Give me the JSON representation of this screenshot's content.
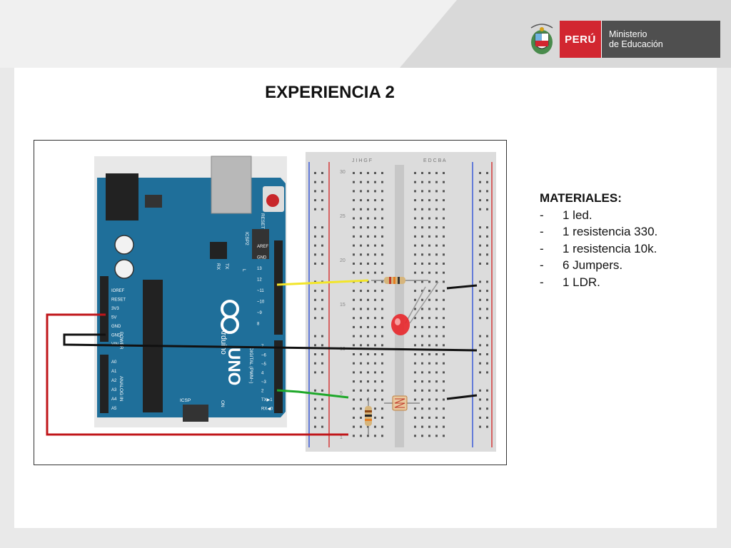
{
  "header": {
    "logo": {
      "emblem_icon": "peru-coat-of-arms-icon",
      "country": "PERÚ",
      "ministry_line1": "Ministerio",
      "ministry_line2": "de Educación"
    },
    "title": "EXPERIENCIA 2"
  },
  "materials": {
    "heading": "MATERIALES:",
    "items": [
      {
        "bullet": "-",
        "text": "1 led."
      },
      {
        "bullet": "-",
        "text": "1 resistencia 330."
      },
      {
        "bullet": "-",
        "text": "1 resistencia 10k."
      },
      {
        "bullet": "-",
        "text": "6 Jumpers."
      },
      {
        "bullet": "-",
        "text": "1 LDR."
      }
    ]
  },
  "diagram": {
    "arduino": {
      "board_name": "UNO",
      "brand": "Arduino",
      "reset_label": "RESET",
      "icsp2_label": "ICSP2",
      "icsp_label": "ICSP",
      "tx_label": "TX",
      "rx_label": "RX",
      "l_label": "L",
      "on_label": "ON",
      "power_label": "POWER",
      "analog_label": "ANALOG IN",
      "digital_label": "DIGITAL (PWM~)",
      "power_pins": [
        "IOREF",
        "RESET",
        "3V3",
        "5V",
        "GND",
        "GND",
        "VIN"
      ],
      "analog_pins": [
        "A0",
        "A1",
        "A2",
        "A3",
        "A4",
        "A5"
      ],
      "digital_pins_top": [
        "AREF",
        "GND",
        "13",
        "12",
        "~11",
        "~10",
        "~9",
        "8"
      ],
      "digital_pins_bottom": [
        "7",
        "~6",
        "~5",
        "4",
        "~3",
        "2",
        "TX▶1",
        "RX◀0"
      ]
    },
    "breadboard": {
      "column_letters_left": [
        "J",
        "I",
        "H",
        "G",
        "F"
      ],
      "column_letters_right": [
        "E",
        "D",
        "C",
        "B",
        "A"
      ],
      "row_numbers": [
        "30",
        "25",
        "20",
        "15",
        "10",
        "5",
        "1"
      ]
    },
    "wires": {
      "red": "#c0161a",
      "black": "#111111",
      "yellow": "#f2e52a",
      "green": "#1fa82a"
    },
    "components": {
      "led_color": "#e8262a",
      "board_color": "#1f6f9a"
    }
  }
}
